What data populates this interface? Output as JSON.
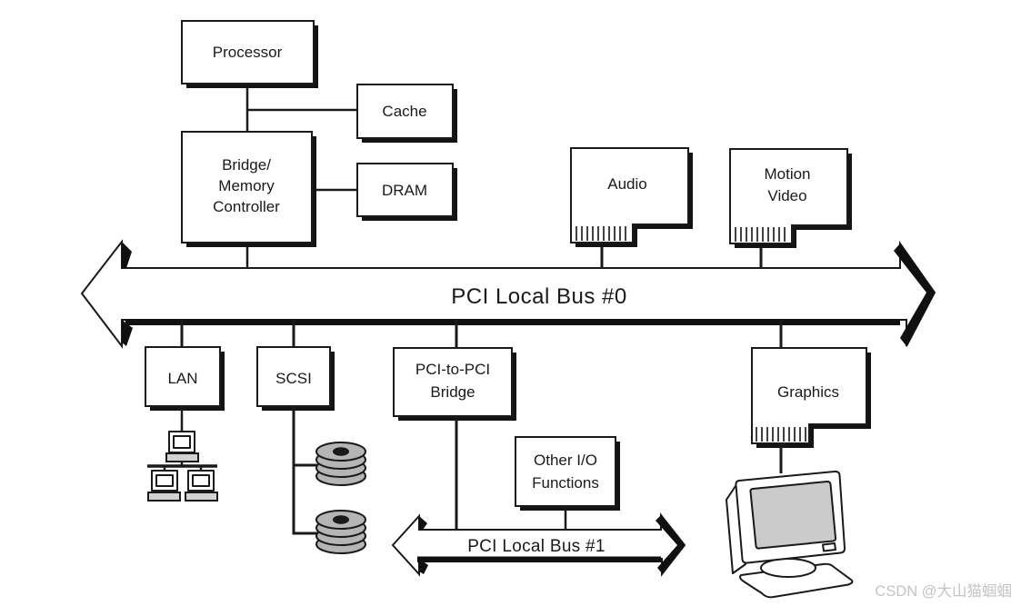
{
  "boxes": {
    "processor": {
      "label": "Processor"
    },
    "cache": {
      "label": "Cache"
    },
    "bridge": {
      "lines": [
        "Bridge/",
        "Memory",
        "Controller"
      ]
    },
    "dram": {
      "label": "DRAM"
    },
    "audio": {
      "label": "Audio"
    },
    "motion_video": {
      "lines": [
        "Motion",
        "Video"
      ]
    },
    "lan": {
      "label": "LAN"
    },
    "scsi": {
      "label": "SCSI"
    },
    "pci_bridge": {
      "lines": [
        "PCI-to-PCI",
        "Bridge"
      ]
    },
    "other_io": {
      "lines": [
        "Other I/O",
        "Functions"
      ]
    },
    "graphics": {
      "label": "Graphics"
    }
  },
  "buses": {
    "bus0": {
      "label": "PCI Local Bus #0"
    },
    "bus1": {
      "label": "PCI Local Bus #1"
    }
  },
  "icons": {
    "lan": "computer-network-icon",
    "scsi": "disk-stack-icon",
    "graphics": "crt-monitor-icon",
    "cards": "card-edge-connector-icon"
  },
  "colors": {
    "line": "#1a1a1a",
    "box_fill": "#ffffff",
    "shadow": "#141414",
    "disk_fill": "#b5b5b5",
    "screen_fill": "#cbcbcb",
    "watermark": "#c4c4c4"
  },
  "watermark": "CSDN @大山猫蝈蝈"
}
